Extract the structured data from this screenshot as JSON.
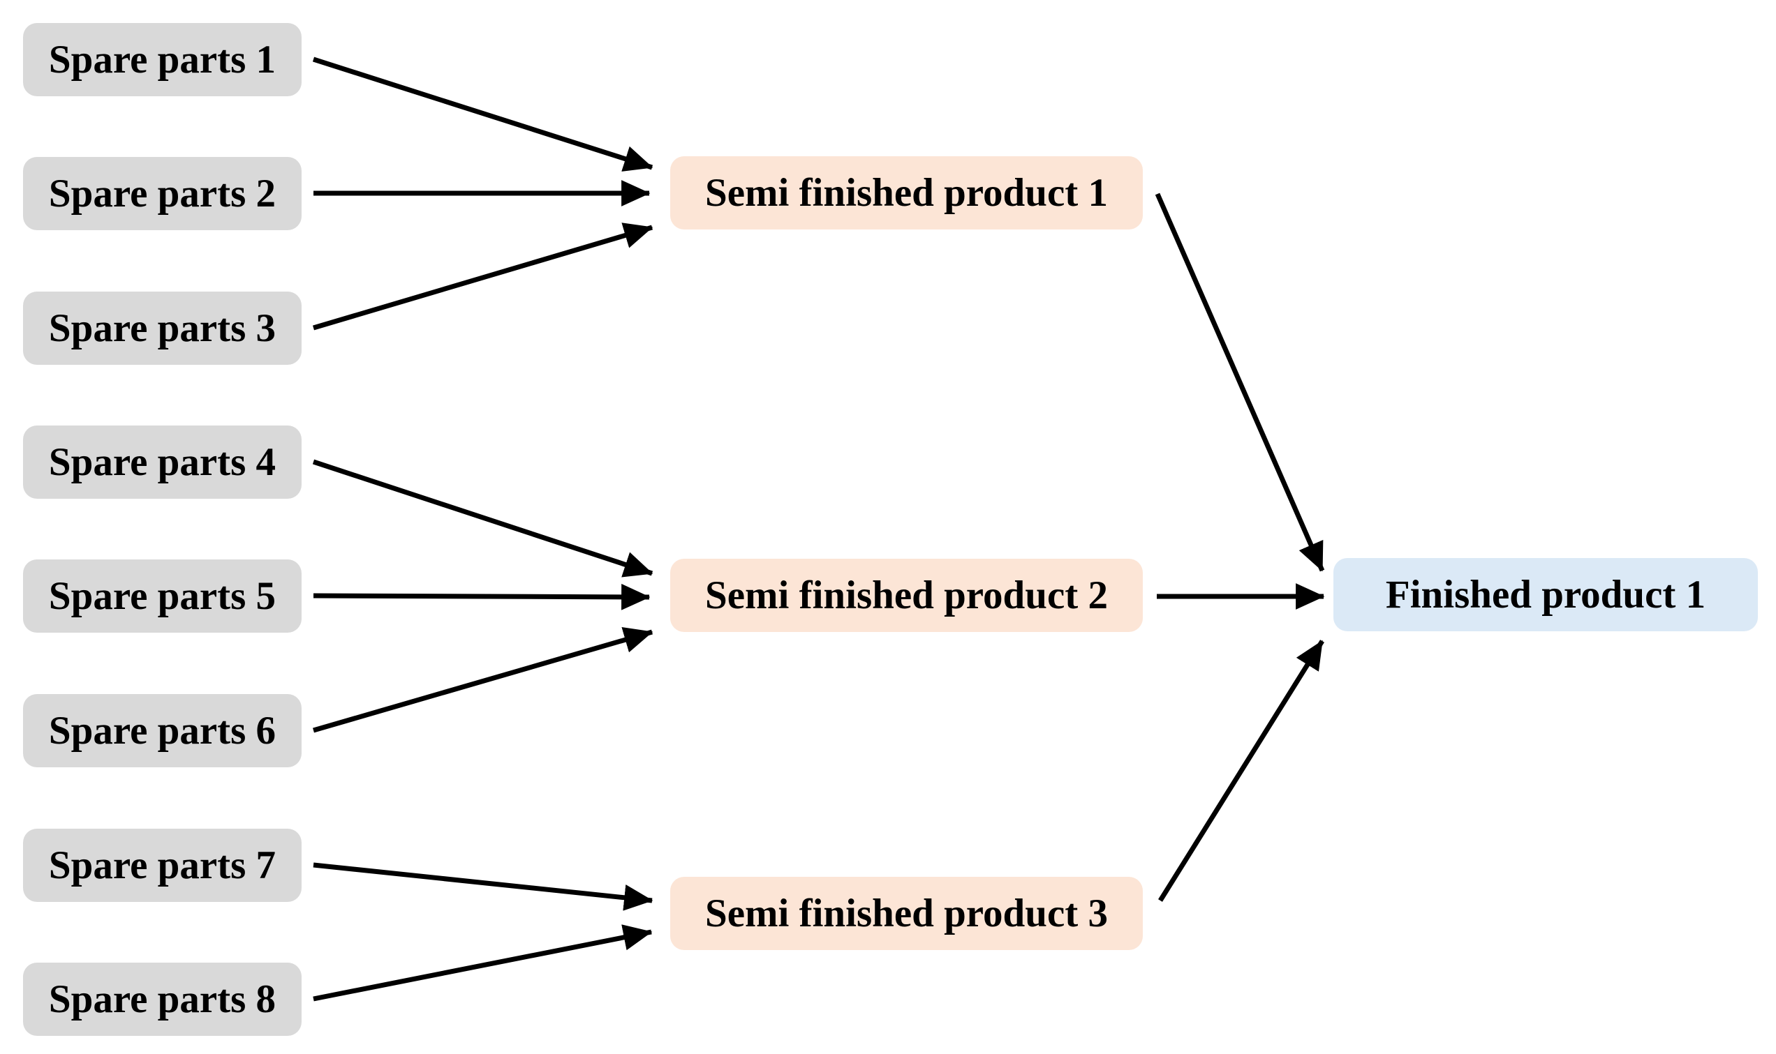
{
  "diagram": {
    "type": "flowchart",
    "description_direction": "left-to-right",
    "colors": {
      "spare_parts_fill": "#d9d9d9",
      "semi_finished_fill": "#fce5d6",
      "finished_fill": "#dbe9f6",
      "arrow": "#000000",
      "text": "#000000",
      "background": "#ffffff"
    },
    "nodes": {
      "spare_parts": {
        "items": [
          {
            "label": "Spare parts 1"
          },
          {
            "label": "Spare parts 2"
          },
          {
            "label": "Spare parts 3"
          },
          {
            "label": "Spare parts 4"
          },
          {
            "label": "Spare parts 5"
          },
          {
            "label": "Spare parts 6"
          },
          {
            "label": "Spare parts 7"
          },
          {
            "label": "Spare parts 8"
          }
        ]
      },
      "semi_finished": {
        "items": [
          {
            "label": "Semi finished product 1"
          },
          {
            "label": "Semi finished product 2"
          },
          {
            "label": "Semi finished product 3"
          }
        ]
      },
      "finished": {
        "items": [
          {
            "label": "Finished product 1"
          }
        ]
      }
    },
    "edges": [
      {
        "from": "Spare parts 1",
        "to": "Semi finished product 1"
      },
      {
        "from": "Spare parts 2",
        "to": "Semi finished product 1"
      },
      {
        "from": "Spare parts 3",
        "to": "Semi finished product 1"
      },
      {
        "from": "Spare parts 4",
        "to": "Semi finished product 2"
      },
      {
        "from": "Spare parts 5",
        "to": "Semi finished product 2"
      },
      {
        "from": "Spare parts 6",
        "to": "Semi finished product 2"
      },
      {
        "from": "Spare parts 7",
        "to": "Semi finished product 3"
      },
      {
        "from": "Spare parts 8",
        "to": "Semi finished product 3"
      },
      {
        "from": "Semi finished product 1",
        "to": "Finished product 1"
      },
      {
        "from": "Semi finished product 2",
        "to": "Finished product 1"
      },
      {
        "from": "Semi finished product 3",
        "to": "Finished product 1"
      }
    ]
  }
}
